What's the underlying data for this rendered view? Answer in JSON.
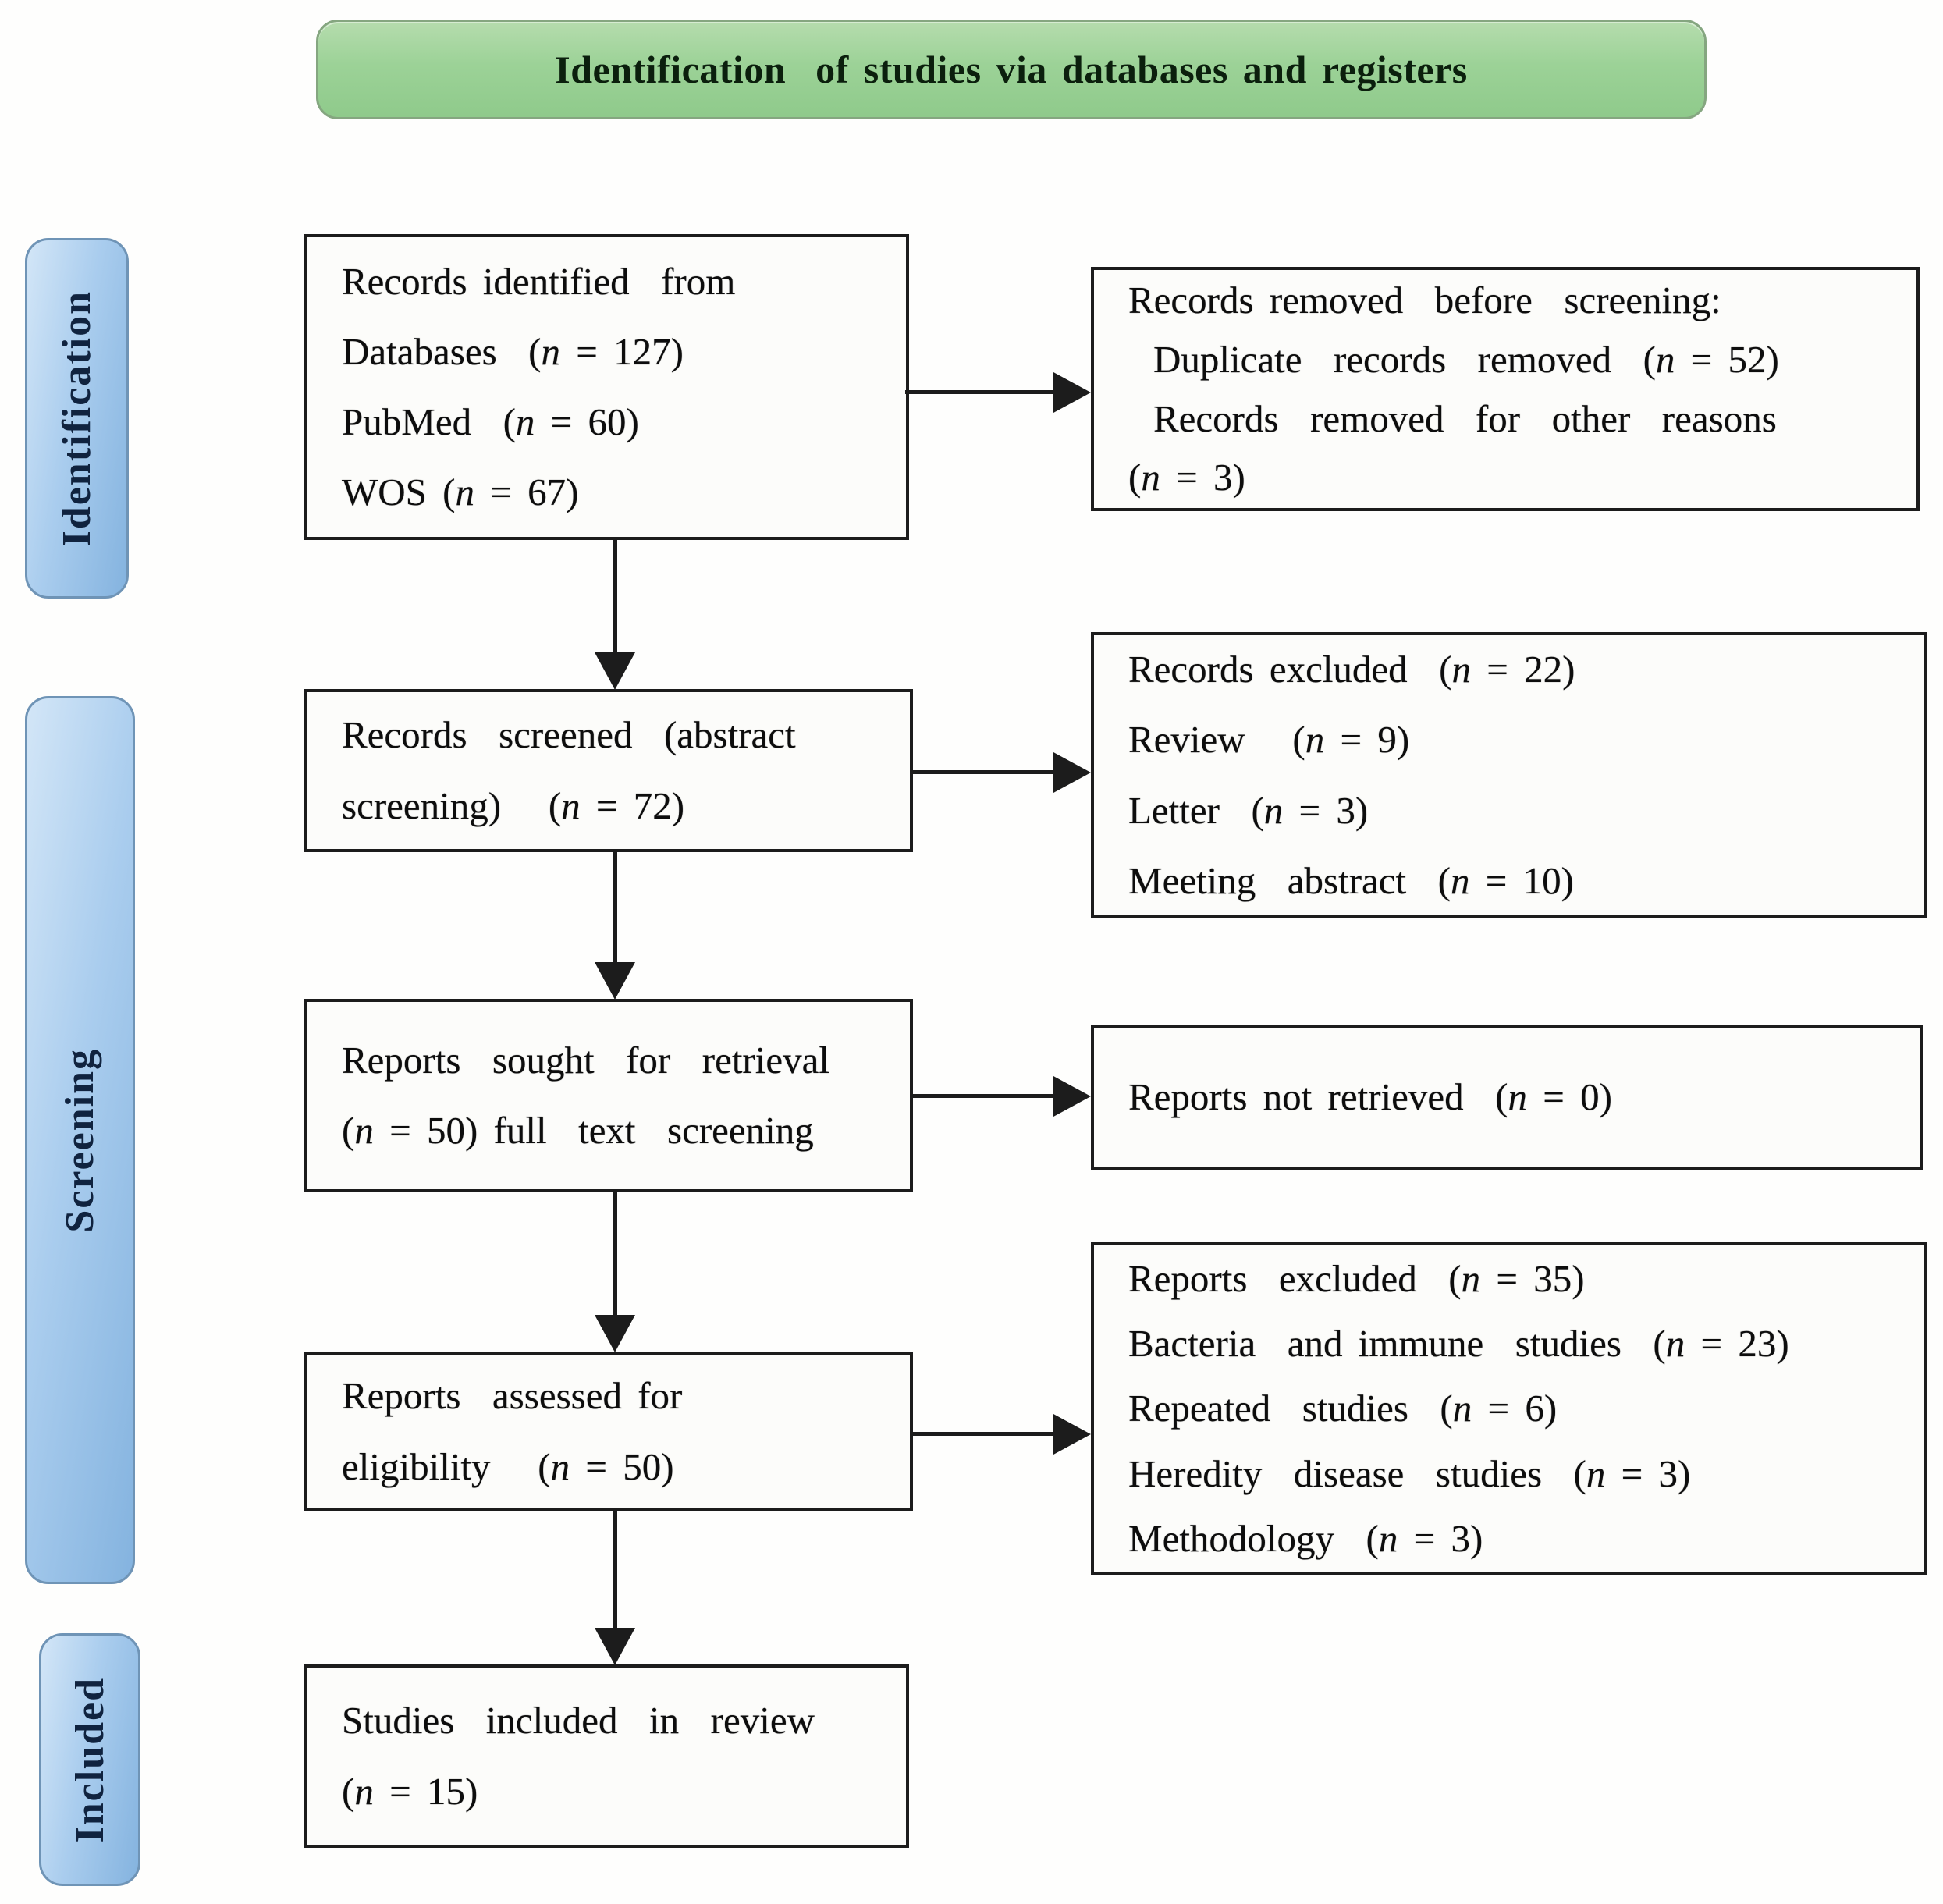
{
  "header": {
    "title": "Identification  of studies via databases and registers"
  },
  "sidebar": {
    "identification": "Identification",
    "screening": "Screening",
    "included": "Included"
  },
  "flow": {
    "records_identified": {
      "lines": [
        "Records identified  from",
        "Databases  (n = 127)",
        "PubMed  (n = 60)",
        "WOS (n = 67)"
      ]
    },
    "records_removed": {
      "lines": [
        "Records removed  before  screening:",
        "Duplicate  records  removed  (n = 52)",
        "Records  removed  for  other  reasons",
        "(n = 3)"
      ]
    },
    "records_screened": {
      "lines": [
        "Records  screened  (abstract",
        "screening)   (n = 72)"
      ]
    },
    "records_excluded": {
      "lines": [
        "Records excluded  (n = 22)",
        "Review   (n = 9)",
        "Letter  (n = 3)",
        "Meeting  abstract  (n = 10)"
      ]
    },
    "reports_sought": {
      "lines": [
        "Reports  sought  for  retrieval",
        "(n = 50) full  text  screening"
      ]
    },
    "reports_not_retrieved": {
      "lines": [
        "Reports not retrieved  (n = 0)"
      ]
    },
    "reports_assessed": {
      "lines": [
        "Reports  assessed for",
        "eligibility   (n = 50)"
      ]
    },
    "reports_excluded": {
      "lines": [
        "Reports  excluded  (n = 35)",
        "Bacteria  and immune  studies  (n = 23)",
        "Repeated  studies  (n = 6)",
        "Heredity  disease  studies  (n = 3)",
        "Methodology  (n = 3)"
      ]
    },
    "studies_included": {
      "lines": [
        "Studies  included  in  review",
        "(n = 15)"
      ]
    }
  },
  "colors": {
    "header_fill": "#9cd297",
    "header_border": "#85a680",
    "sidebar_fill": "#aacdee",
    "sidebar_border": "#6f94b6",
    "box_fill": "#fcfcfa",
    "box_border": "#1c1c1c",
    "arrow": "#1c1c1c",
    "title_text": "#0b1f0d",
    "sidebar_text": "#10233f",
    "box_text": "#0d0d0d"
  }
}
